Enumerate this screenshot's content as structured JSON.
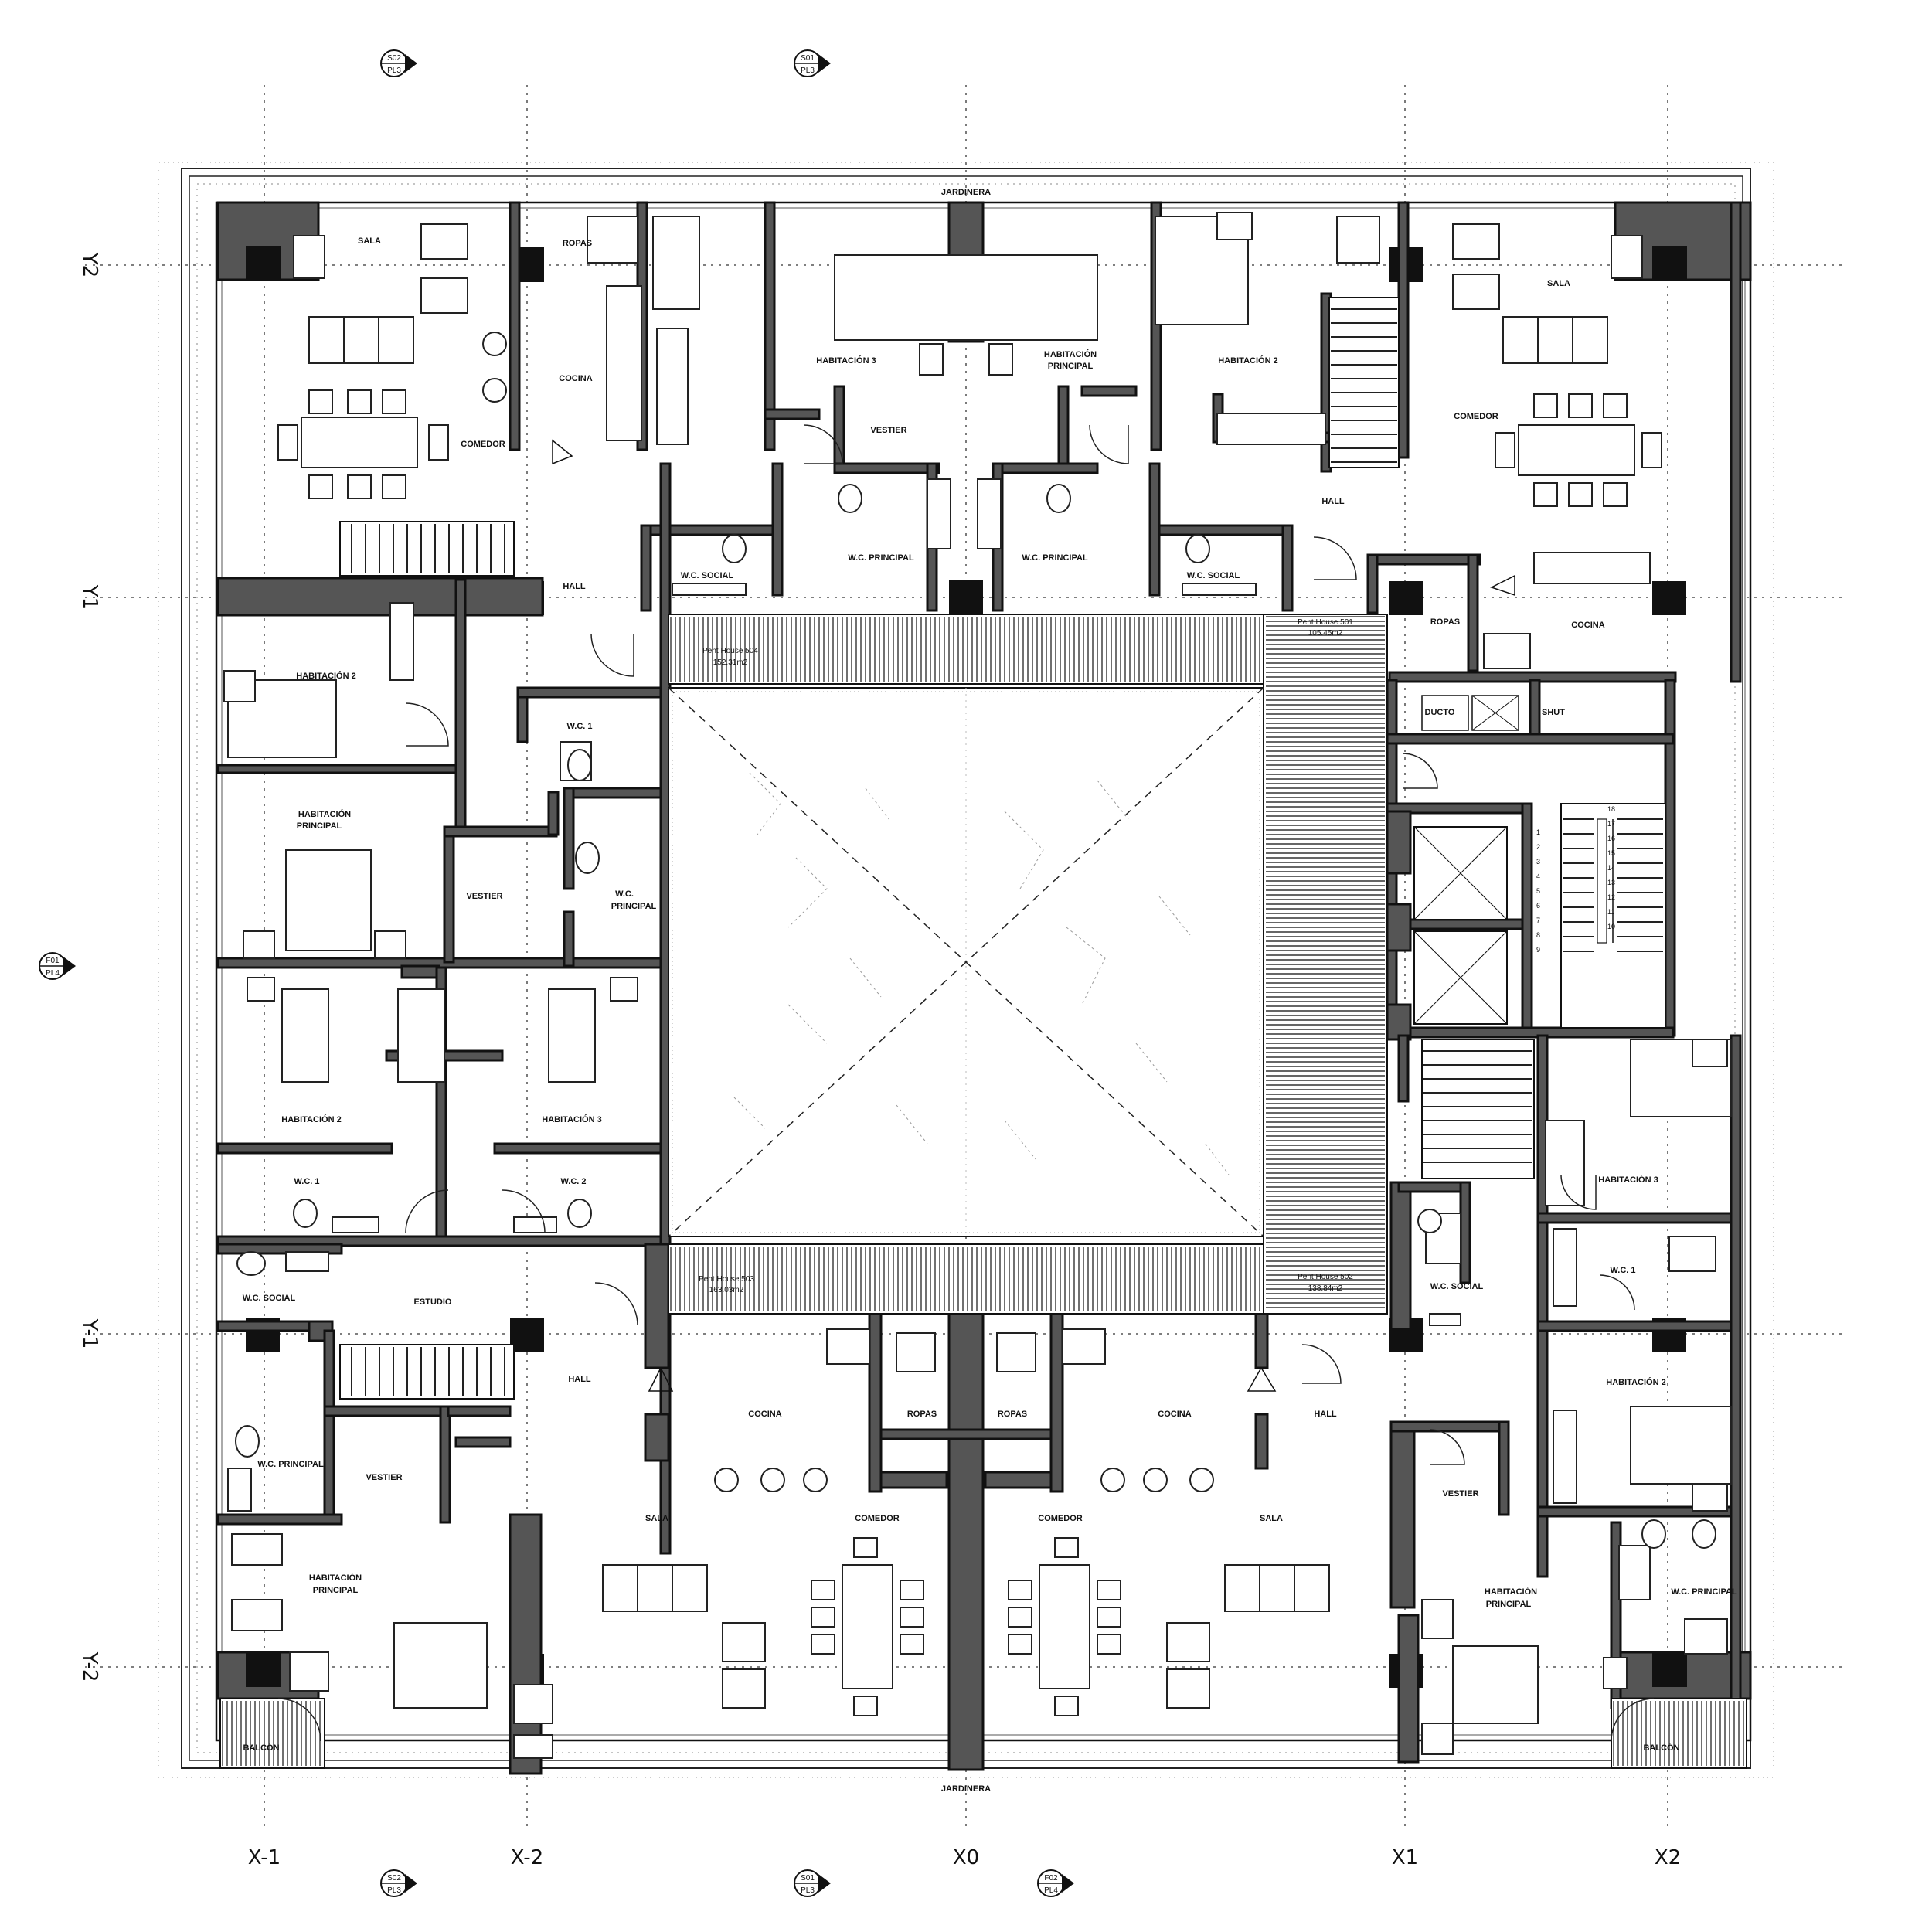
{
  "grid": {
    "x": [
      "X-1",
      "X-2",
      "X0",
      "X1",
      "X2"
    ],
    "y": [
      "Y2",
      "Y1",
      "Y-1",
      "Y-2"
    ]
  },
  "markers": {
    "top_left": {
      "code": "S02",
      "sheet": "PL3"
    },
    "top_right": {
      "code": "S01",
      "sheet": "PL3"
    },
    "left": {
      "code": "F01",
      "sheet": "PL4"
    },
    "bottom_1": {
      "code": "S02",
      "sheet": "PL3"
    },
    "bottom_2": {
      "code": "S01",
      "sheet": "PL3"
    },
    "bottom_3": {
      "code": "F02",
      "sheet": "PL4"
    }
  },
  "planters": {
    "top": "JARDINERA",
    "bottom": "JARDINERA"
  },
  "penthouses": {
    "ph504": {
      "name": "Pent House 504",
      "area": "152.31m2"
    },
    "ph501": {
      "name": "Pent House 501",
      "area": "105.45m2"
    },
    "ph503": {
      "name": "Pent House 503",
      "area": "163.03m2"
    },
    "ph502": {
      "name": "Pent House 502",
      "area": "138.84m2"
    }
  },
  "rooms": {
    "nw_sala": "SALA",
    "nw_ropas": "ROPAS",
    "nw_cocina": "COCINA",
    "nw_comedor": "COMEDOR",
    "nw_hall": "HALL",
    "n_hab3": "HABITACIÓN 3",
    "n_vestier": "VESTIER",
    "n_hab_princ_1": "HABITACIÓN",
    "n_hab_princ_2": "PRINCIPAL",
    "n_hab2": "HABITACIÓN 2",
    "n_wc_social_l": "W.C. SOCIAL",
    "n_wc_princ_l": "W.C. PRINCIPAL",
    "n_wc_princ_r": "W.C. PRINCIPAL",
    "n_wc_social_r": "W.C. SOCIAL",
    "ne_sala": "SALA",
    "ne_comedor": "COMEDOR",
    "ne_hall": "HALL",
    "ne_ropas": "ROPAS",
    "ne_cocina": "COCINA",
    "ne_ducto": "DUCTO",
    "ne_shut": "SHUT",
    "w_hab2": "HABITACIÓN 2",
    "w_wc1": "W.C. 1",
    "w_hab_princ_1": "HABITACIÓN",
    "w_hab_princ_2": "PRINCIPAL",
    "w_vestier": "VESTIER",
    "w_wc_princ_1": "W.C.",
    "w_wc_princ_2": "PRINCIPAL",
    "w_hab2b": "HABITACIÓN 2",
    "w_hab3": "HABITACIÓN 3",
    "w_wc1b": "W.C. 1",
    "w_wc2": "W.C. 2",
    "sw_wc_social": "W.C. SOCIAL",
    "sw_estudio": "ESTUDIO",
    "sw_hall": "HALL",
    "sw_wc_princ": "W.C. PRINCIPAL",
    "sw_vestier": "VESTIER",
    "sw_hab_princ_1": "HABITACIÓN",
    "sw_hab_princ_2": "PRINCIPAL",
    "sw_balcon": "BALCÓN",
    "s_cocina_l": "COCINA",
    "s_ropas_l": "ROPAS",
    "s_ropas_r": "ROPAS",
    "s_cocina_r": "COCINA",
    "s_sala_l": "SALA",
    "s_comedor_l": "COMEDOR",
    "s_comedor_r": "COMEDOR",
    "s_sala_r": "SALA",
    "se_hall": "HALL",
    "se_wc_social": "W.C. SOCIAL",
    "se_hab3": "HABITACIÓN 3",
    "se_wc1": "W.C. 1",
    "se_hab2": "HABITACIÓN 2",
    "se_vestier": "VESTIER",
    "se_hab_princ_1": "HABITACIÓN",
    "se_hab_princ_2": "PRINCIPAL",
    "se_wc_princ": "W.C. PRINCIPAL",
    "se_balcon": "BALCÓN"
  },
  "stairs": {
    "left": [
      "1",
      "2",
      "3",
      "4",
      "5",
      "6",
      "7",
      "8",
      "9"
    ],
    "right": [
      "18",
      "17",
      "16",
      "15",
      "14",
      "13",
      "12",
      "11",
      "10"
    ]
  }
}
